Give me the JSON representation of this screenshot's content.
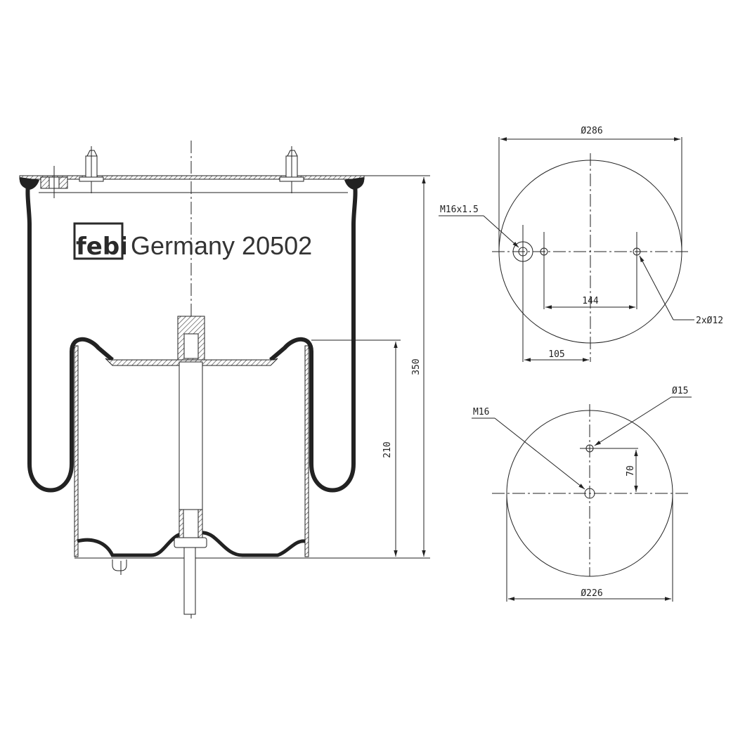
{
  "brand": {
    "logo": "febi",
    "title": "Germany 20502"
  },
  "side_view": {
    "dimensions": {
      "overall_height": "350",
      "piston_height": "210"
    }
  },
  "top_view": {
    "dimensions": {
      "diameter": "Ø286",
      "stud_spacing": "144",
      "air_port_offset": "105"
    },
    "callouts": {
      "air_port": "M16x1.5",
      "studs": "2xØ12"
    }
  },
  "bottom_view": {
    "dimensions": {
      "diameter": "Ø226",
      "hole_offset": "70"
    },
    "callouts": {
      "center_thread": "M16",
      "hole": "Ø15"
    }
  },
  "colors": {
    "line": "#222222",
    "background": "#ffffff",
    "text": "#333333"
  }
}
